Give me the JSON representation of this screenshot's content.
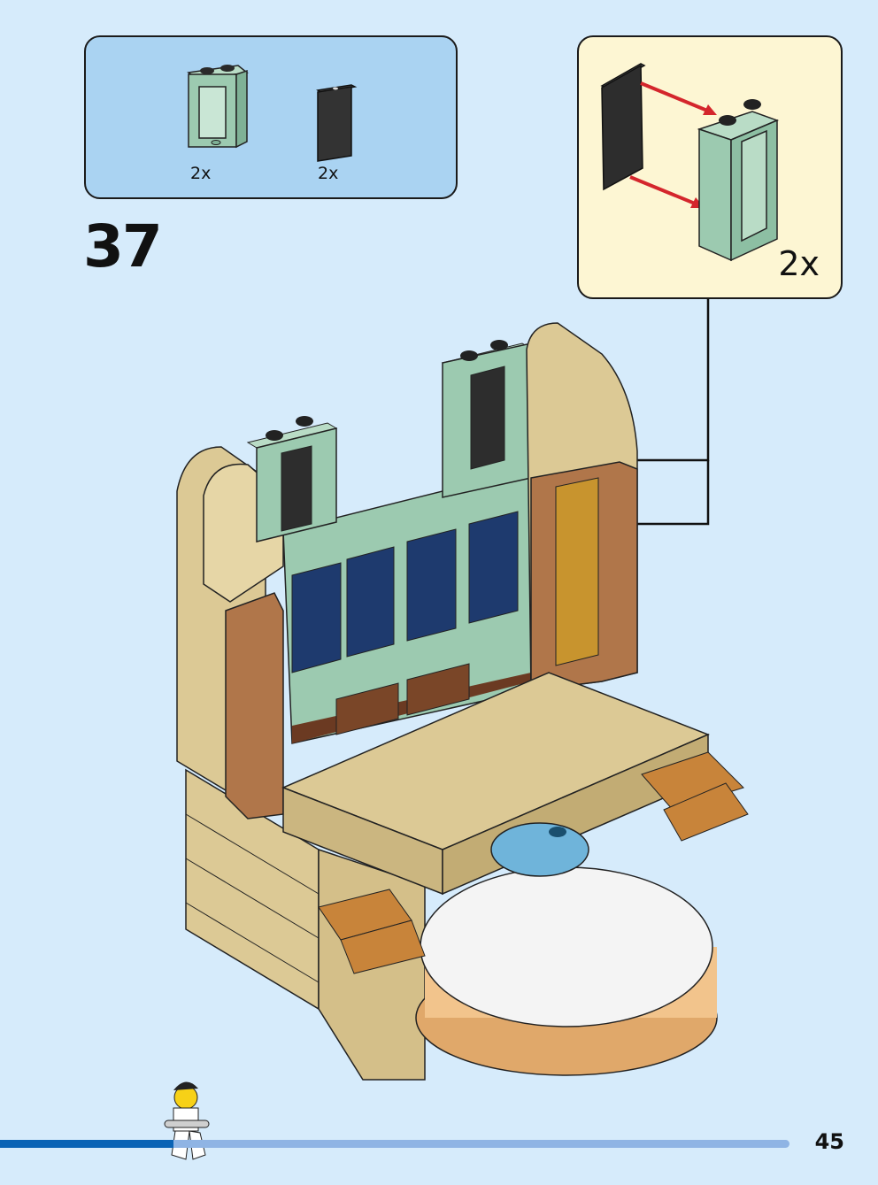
{
  "parts": {
    "items": [
      {
        "name": "sand-green-window-frame",
        "qty": "2x"
      },
      {
        "name": "black-window-pane",
        "qty": "2x"
      }
    ]
  },
  "step": {
    "number": "37"
  },
  "subassembly": {
    "qty": "2x"
  },
  "page": {
    "number": "45",
    "progress": 0.22
  },
  "colors": {
    "background": "#d6ebfb",
    "parts_box": "#aad3f2",
    "subassembly_box": "#fdf6d3",
    "sand_green": "#9ccab0",
    "tan": "#dcc995",
    "reddish_brown": "#b0764a",
    "progress": "#0a63b5"
  }
}
